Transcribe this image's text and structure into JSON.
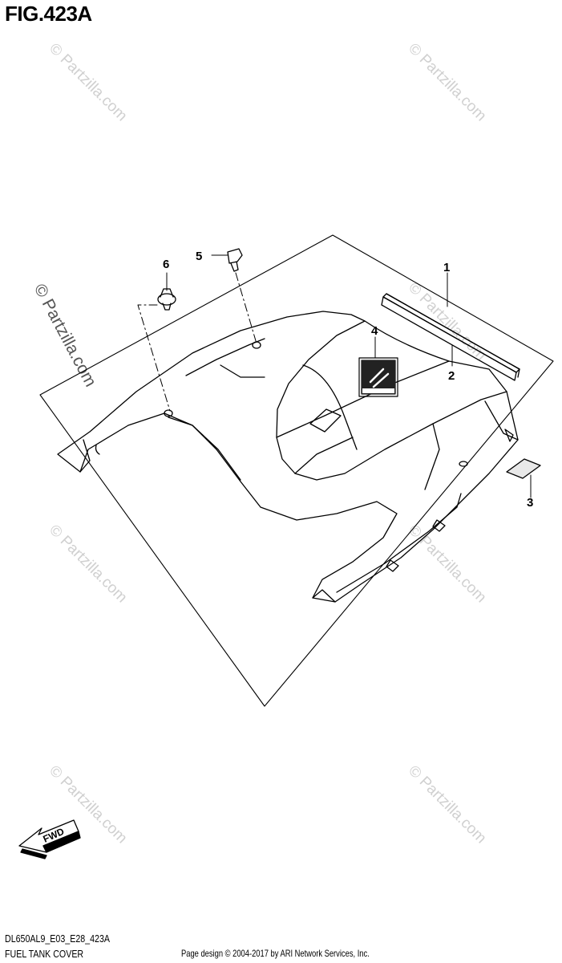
{
  "title": "FIG.423A",
  "callouts": [
    "1",
    "2",
    "3",
    "4",
    "5",
    "6"
  ],
  "fwd_label": "FWD",
  "watermark": "© Partzilla.com",
  "footer": {
    "model_code": "DL650AL9_E03_E28_423A",
    "section": "FUEL TANK COVER",
    "credit": "Page design © 2004-2017 by ARI Network Services, Inc."
  }
}
